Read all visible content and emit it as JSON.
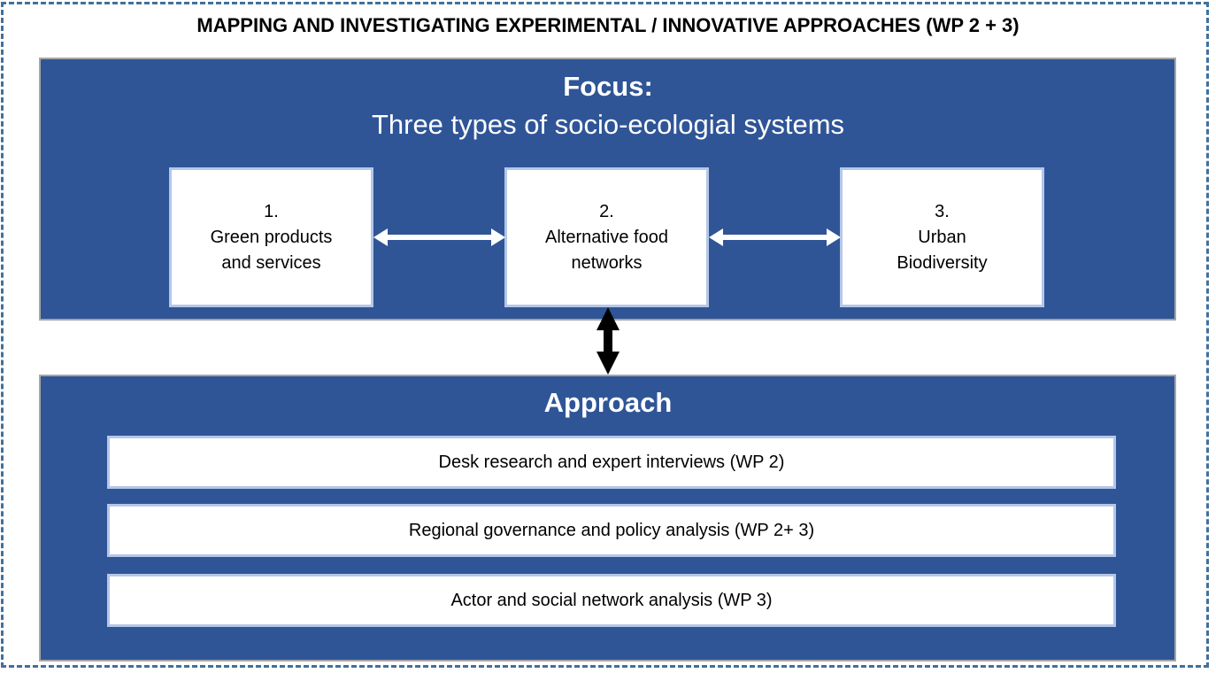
{
  "title": "MAPPING AND INVESTIGATING EXPERIMENTAL / INNOVATIVE APPROACHES (WP 2 + 3)",
  "focus": {
    "heading": "Focus:",
    "subtitle": "Three types of socio-ecologial systems",
    "systems": [
      {
        "number": "1.",
        "label": "Green products and services"
      },
      {
        "number": "2.",
        "label": "Alternative food networks"
      },
      {
        "number": "3.",
        "label": "Urban Biodiversity"
      }
    ]
  },
  "approach": {
    "heading": "Approach",
    "items": [
      "Desk research and expert interviews (WP 2)",
      "Regional governance and policy analysis  (WP 2+ 3)",
      "Actor and social network analysis  (WP 3)"
    ]
  },
  "colors": {
    "panel": "#2f5597",
    "box_border": "#b4c7e7",
    "dash": "#41719c"
  }
}
